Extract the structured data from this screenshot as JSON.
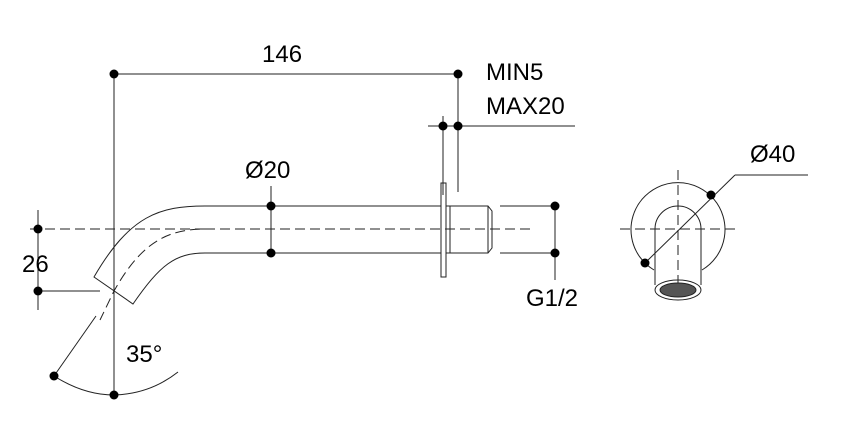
{
  "dimensions": {
    "length": "146",
    "wall_min": "MIN5",
    "wall_max": "MAX20",
    "pipe_diameter": "Ø20",
    "drop": "26",
    "angle": "35°",
    "thread": "G1/2",
    "rosette_diameter": "Ø40"
  }
}
